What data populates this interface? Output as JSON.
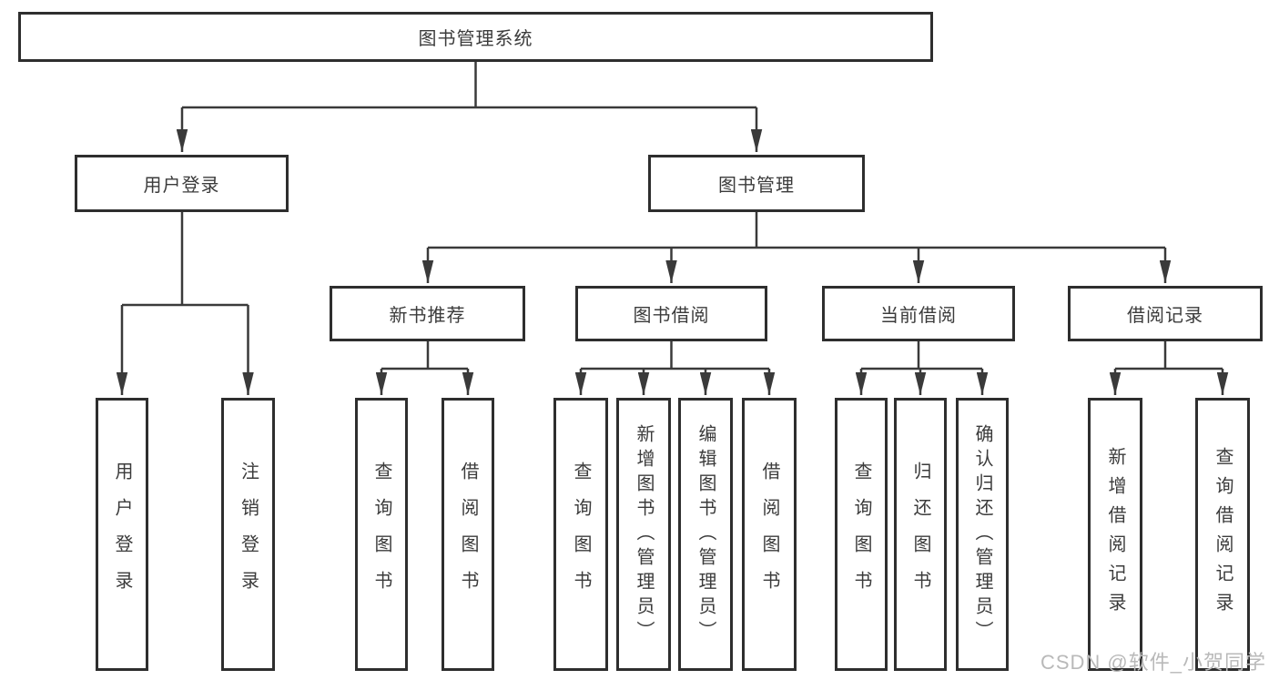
{
  "diagram": {
    "root": {
      "label": "图书管理系统"
    },
    "branches": [
      {
        "label": "用户登录",
        "leaves": [
          {
            "label": "用户登录"
          },
          {
            "label": "注销登录"
          }
        ]
      },
      {
        "label": "图书管理",
        "groups": [
          {
            "label": "新书推荐",
            "leaves": [
              {
                "label": "查询图书"
              },
              {
                "label": "借阅图书"
              }
            ]
          },
          {
            "label": "图书借阅",
            "leaves": [
              {
                "label": "查询图书"
              },
              {
                "label": "新增图书（管理员）"
              },
              {
                "label": "编辑图书（管理员）"
              },
              {
                "label": "借阅图书"
              }
            ]
          },
          {
            "label": "当前借阅",
            "leaves": [
              {
                "label": "查询图书"
              },
              {
                "label": "归还图书"
              },
              {
                "label": "确认归还（管理员）"
              }
            ]
          },
          {
            "label": "借阅记录",
            "leaves": [
              {
                "label": "新增借阅记录"
              },
              {
                "label": "查询借阅记录"
              }
            ]
          }
        ]
      }
    ]
  },
  "watermark": {
    "text": "CSDN @软件_小贺同学"
  },
  "colors": {
    "line": "#3a3a3a",
    "border": "#2e2e2e",
    "text": "#3b3b3b",
    "watermark": "#b9b9b9",
    "background": "#ffffff"
  }
}
